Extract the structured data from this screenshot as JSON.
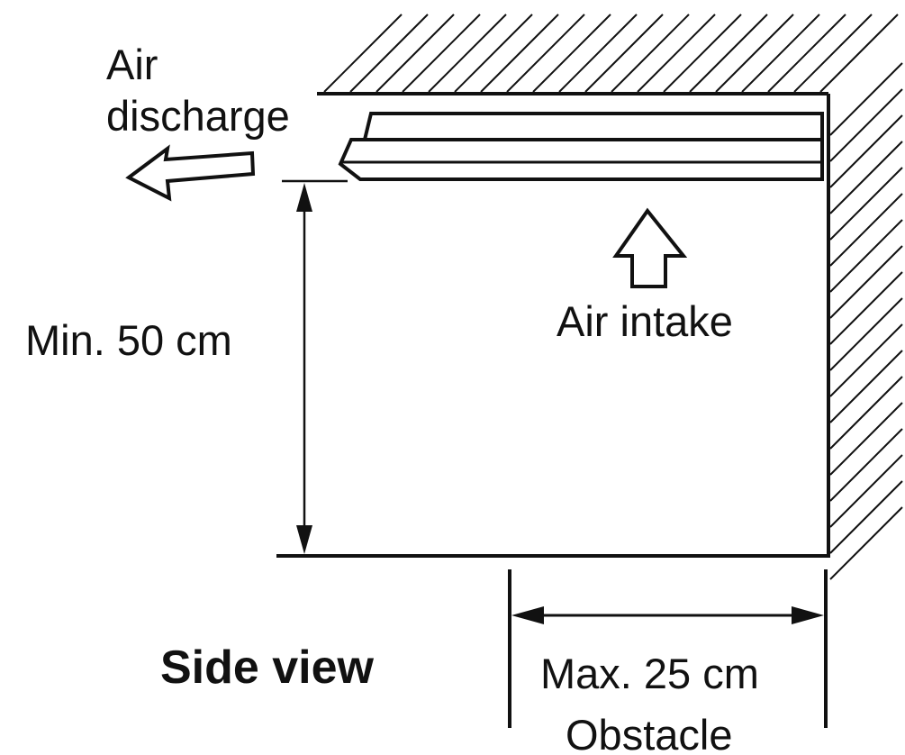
{
  "labels": {
    "air_discharge_line1": "Air",
    "air_discharge_line2": "discharge",
    "min_height": "Min. 50 cm",
    "air_intake": "Air intake",
    "view_title": "Side view",
    "max_distance": "Max. 25 cm",
    "obstacle": "Obstacle"
  },
  "colors": {
    "ink": "#111111",
    "background": "#ffffff"
  }
}
